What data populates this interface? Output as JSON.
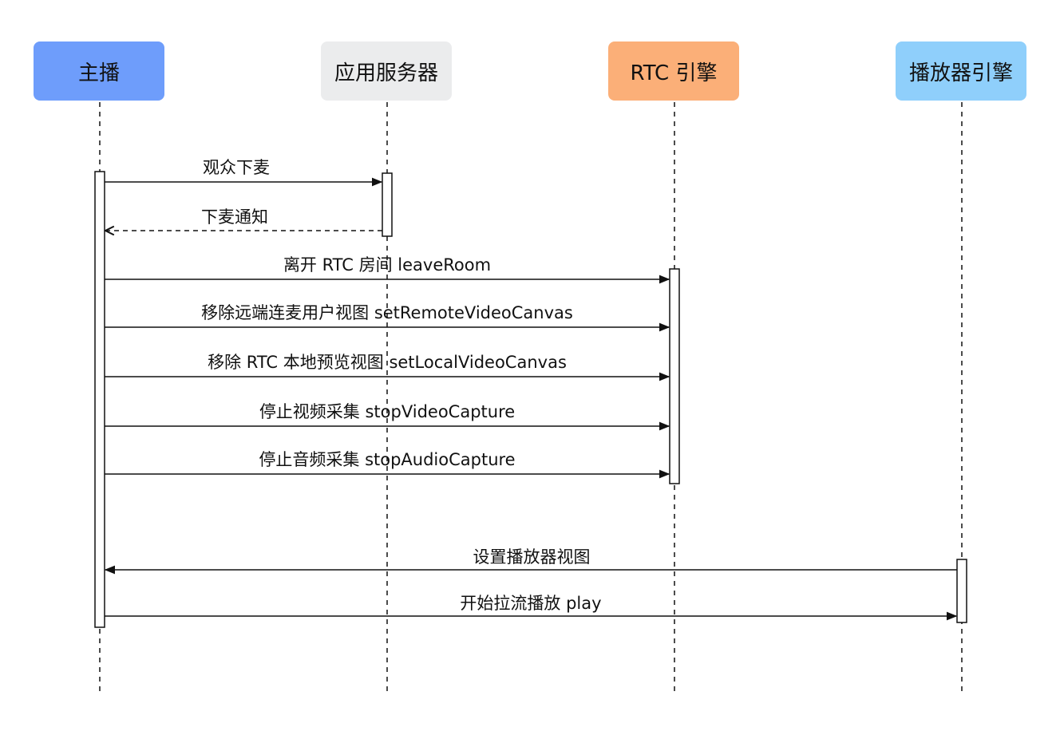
{
  "participants": [
    {
      "id": "host",
      "label": "主播",
      "color": "#6e9dfb"
    },
    {
      "id": "server",
      "label": "应用服务器",
      "color": "#ebeced"
    },
    {
      "id": "rtc",
      "label": "RTC 引擎",
      "color": "#fbaf78"
    },
    {
      "id": "player",
      "label": "播放器引擎",
      "color": "#8fcffb"
    }
  ],
  "messages": [
    {
      "label": "观众下麦",
      "from": "host",
      "to": "server",
      "style": "solid"
    },
    {
      "label": "下麦通知",
      "from": "server",
      "to": "host",
      "style": "dashed"
    },
    {
      "label": "离开 RTC 房间 leaveRoom",
      "from": "host",
      "to": "rtc",
      "style": "solid"
    },
    {
      "label": "移除远端连麦用户视图 setRemoteVideoCanvas",
      "from": "host",
      "to": "rtc",
      "style": "solid"
    },
    {
      "label": "移除 RTC 本地预览视图 setLocalVideoCanvas",
      "from": "host",
      "to": "rtc",
      "style": "solid"
    },
    {
      "label": "停止视频采集 stopVideoCapture",
      "from": "host",
      "to": "rtc",
      "style": "solid"
    },
    {
      "label": "停止音频采集 stopAudioCapture",
      "from": "host",
      "to": "rtc",
      "style": "solid"
    },
    {
      "label": "设置播放器视图",
      "from": "player",
      "to": "host",
      "style": "solid"
    },
    {
      "label": "开始拉流播放 play",
      "from": "host",
      "to": "player",
      "style": "solid"
    }
  ]
}
